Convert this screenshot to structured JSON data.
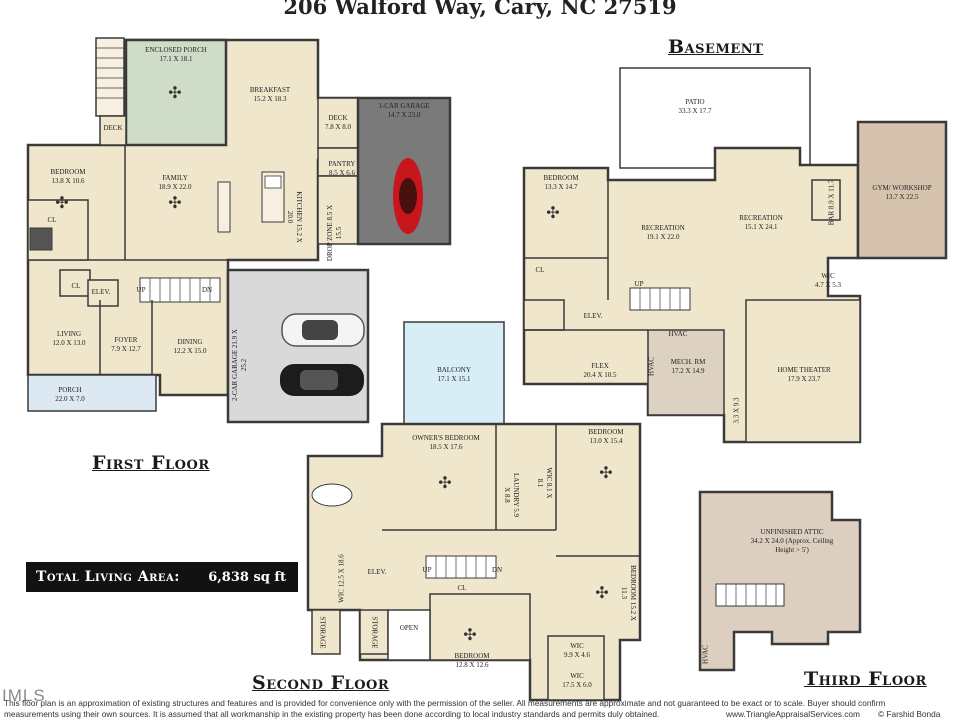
{
  "title": "206 Walford Way, Cary, NC 27519",
  "floors": {
    "first": "First Floor",
    "second": "Second Floor",
    "basement": "Basement",
    "third": "Third Floor"
  },
  "total_living_area": {
    "label": "Total Living Area:",
    "value": "6,838 sq ft"
  },
  "rooms": {
    "enclosed_porch": {
      "name": "Enclosed Porch",
      "dim": "17.1 X 18.1"
    },
    "breakfast": {
      "name": "Breakfast",
      "dim": "15.2 X 18.3"
    },
    "deck_first": {
      "name": "Deck",
      "dim": "7.8 X 8.0"
    },
    "garage_1car": {
      "name": "1-Car Garage",
      "dim": "14.7 X 23.0"
    },
    "pantry": {
      "name": "Pantry",
      "dim": "8.5 X 6.6"
    },
    "bedroom_first": {
      "name": "Bedroom",
      "dim": "13.8 X 10.6"
    },
    "family": {
      "name": "Family",
      "dim": "18.9 X 22.0"
    },
    "kitchen": {
      "name": "Kitchen",
      "dim": "15.2 X 20.0"
    },
    "drop_zone": {
      "name": "Drop Zone",
      "dim": "8.5 X 15.5"
    },
    "living": {
      "name": "Living",
      "dim": "12.0 X 13.0"
    },
    "foyer": {
      "name": "Foyer",
      "dim": "7.9 X 12.7"
    },
    "dining": {
      "name": "Dining",
      "dim": "12.2 X 15.0"
    },
    "garage_2car": {
      "name": "2-Car Garage",
      "dim": "21.9 X 25.2"
    },
    "porch": {
      "name": "Porch",
      "dim": "22.0 X 7.0"
    },
    "deck_small": {
      "name": "Deck"
    },
    "elev_first": {
      "name": "Elev."
    },
    "patio": {
      "name": "Patio",
      "dim": "33.3 X 17.7"
    },
    "bedroom_base": {
      "name": "Bedroom",
      "dim": "13.3 X 14.7"
    },
    "recreation1": {
      "name": "Recreation",
      "dim": "19.1 X 22.0"
    },
    "recreation2": {
      "name": "Recreation",
      "dim": "15.1 X 24.1"
    },
    "bar": {
      "name": "Bar",
      "dim": "8.9 X 11.7"
    },
    "gym": {
      "name": "Gym/ Workshop",
      "dim": "13.7 X 22.5"
    },
    "wic_base": {
      "name": "WIC",
      "dim": "4.7 X 5.3"
    },
    "flex": {
      "name": "Flex",
      "dim": "20.4 X 10.5"
    },
    "hvac_base": {
      "name": "HVAC"
    },
    "hvac_base2": {
      "name": "HVAC"
    },
    "mech": {
      "name": "Mech. Rm",
      "dim": "17.2 X 14.9"
    },
    "home_theater": {
      "name": "Home Theater",
      "dim": "17.9 X 23.7"
    },
    "elev_base": {
      "name": "Elev."
    },
    "small_base": {
      "dim": "3.3 X 9.3"
    },
    "balcony": {
      "name": "Balcony",
      "dim": "17.1 X 15.1"
    },
    "owners_bedroom": {
      "name": "Owner's Bedroom",
      "dim": "18.5 X 17.6"
    },
    "bedroom_2a": {
      "name": "Bedroom",
      "dim": "13.0 X 15.4"
    },
    "laundry": {
      "name": "Laundry",
      "dim": "5.9 X 8.8"
    },
    "wic_2a": {
      "name": "WIC",
      "dim": "8.1 X 8.1"
    },
    "wic_owner": {
      "name": "WIC",
      "dim": "12.5 X 18.6"
    },
    "elev_second": {
      "name": "Elev."
    },
    "bedroom_2b": {
      "name": "Bedroom",
      "dim": "15.2 X 11.3"
    },
    "bedroom_2c": {
      "name": "Bedroom",
      "dim": "12.8 X 12.6"
    },
    "wic_2b": {
      "name": "WIC",
      "dim": "9.9 X 4.6"
    },
    "wic_2c": {
      "name": "WIC",
      "dim": "17.5 X 6.0"
    },
    "storage1": {
      "name": "Storage"
    },
    "storage2": {
      "name": "Storage"
    },
    "open": {
      "name": "Open"
    },
    "attic": {
      "name": "Unfinished Attic",
      "dim": "34.2 X 24.0 (Approx. Ceiling Height > 5')"
    },
    "hvac_attic": {
      "name": "HVAC"
    }
  },
  "labels": {
    "cl": "CL",
    "up": "UP",
    "dn": "DN"
  },
  "footer": {
    "line1": "This floor plan is an approximation of existing structures and features and is provided for convenience only with the permission of the seller.  All measurements are approximate and not guaranteed to be exact or to scale.  Buyer should confirm",
    "line2": "measurements using their own sources.  It is assumed that all workmanship in the existing property has been done according to local industry standards and permits duly obtained.",
    "website": "www.TriangleAppraisalServices.com",
    "copyright": "© Farshid Bonda"
  },
  "mls_mark": "IMLS",
  "colors": {
    "floor": "#f0e6cc",
    "wall": "#3a3a3a",
    "garage": "#7a7a7a",
    "garage_light": "#d9d9d9",
    "enclosed_porch": "#cfdcc8",
    "patio": "#ffffff",
    "gym": "#d6c3ae",
    "mech": "#ddd1c1",
    "balcony": "#d8eef7",
    "porch": "#dde9f2",
    "attic": "#dccfbf",
    "car_red": "#c8171c"
  }
}
